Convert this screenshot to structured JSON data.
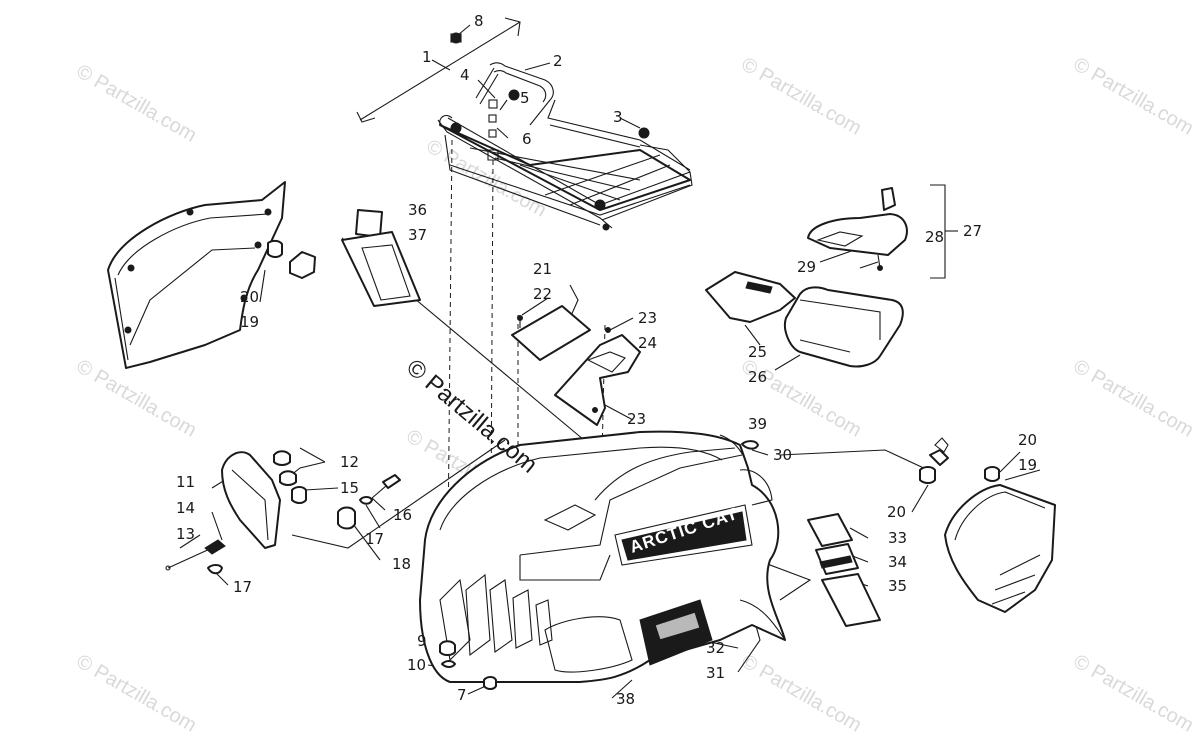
{
  "diagram": {
    "watermarks": [
      "© Partzilla.com",
      "© Partzilla.com",
      "© Partzilla.com",
      "© Partzilla.com",
      "© Partzilla.com",
      "© Partzilla.com",
      "© Partzilla.com",
      "© Partzilla.com",
      "© Partzilla.com",
      "© Partzilla.com",
      "© Partzilla.com"
    ],
    "center_watermark": "© Partzilla.com",
    "brand_decal": "ARCTIC CAT",
    "callouts": {
      "c1": "1",
      "c2": "2",
      "c3": "3",
      "c4": "4",
      "c5": "5",
      "c6": "6",
      "c7": "7",
      "c8": "8",
      "c9": "9",
      "c10": "10",
      "c11": "11",
      "c12": "12",
      "c13": "13",
      "c14": "14",
      "c15": "15",
      "c16": "16",
      "c17a": "17",
      "c17b": "17",
      "c18": "18",
      "c19a": "19",
      "c19b": "19",
      "c20a": "20",
      "c20b": "20",
      "c20c": "20",
      "c21": "21",
      "c22": "22",
      "c23a": "23",
      "c23b": "23",
      "c24": "24",
      "c25": "25",
      "c26": "26",
      "c27": "27",
      "c28": "28",
      "c29": "29",
      "c30": "30",
      "c31": "31",
      "c32": "32",
      "c33": "33",
      "c34": "34",
      "c35": "35",
      "c36": "36",
      "c37": "37",
      "c38": "38",
      "c39": "39"
    }
  }
}
